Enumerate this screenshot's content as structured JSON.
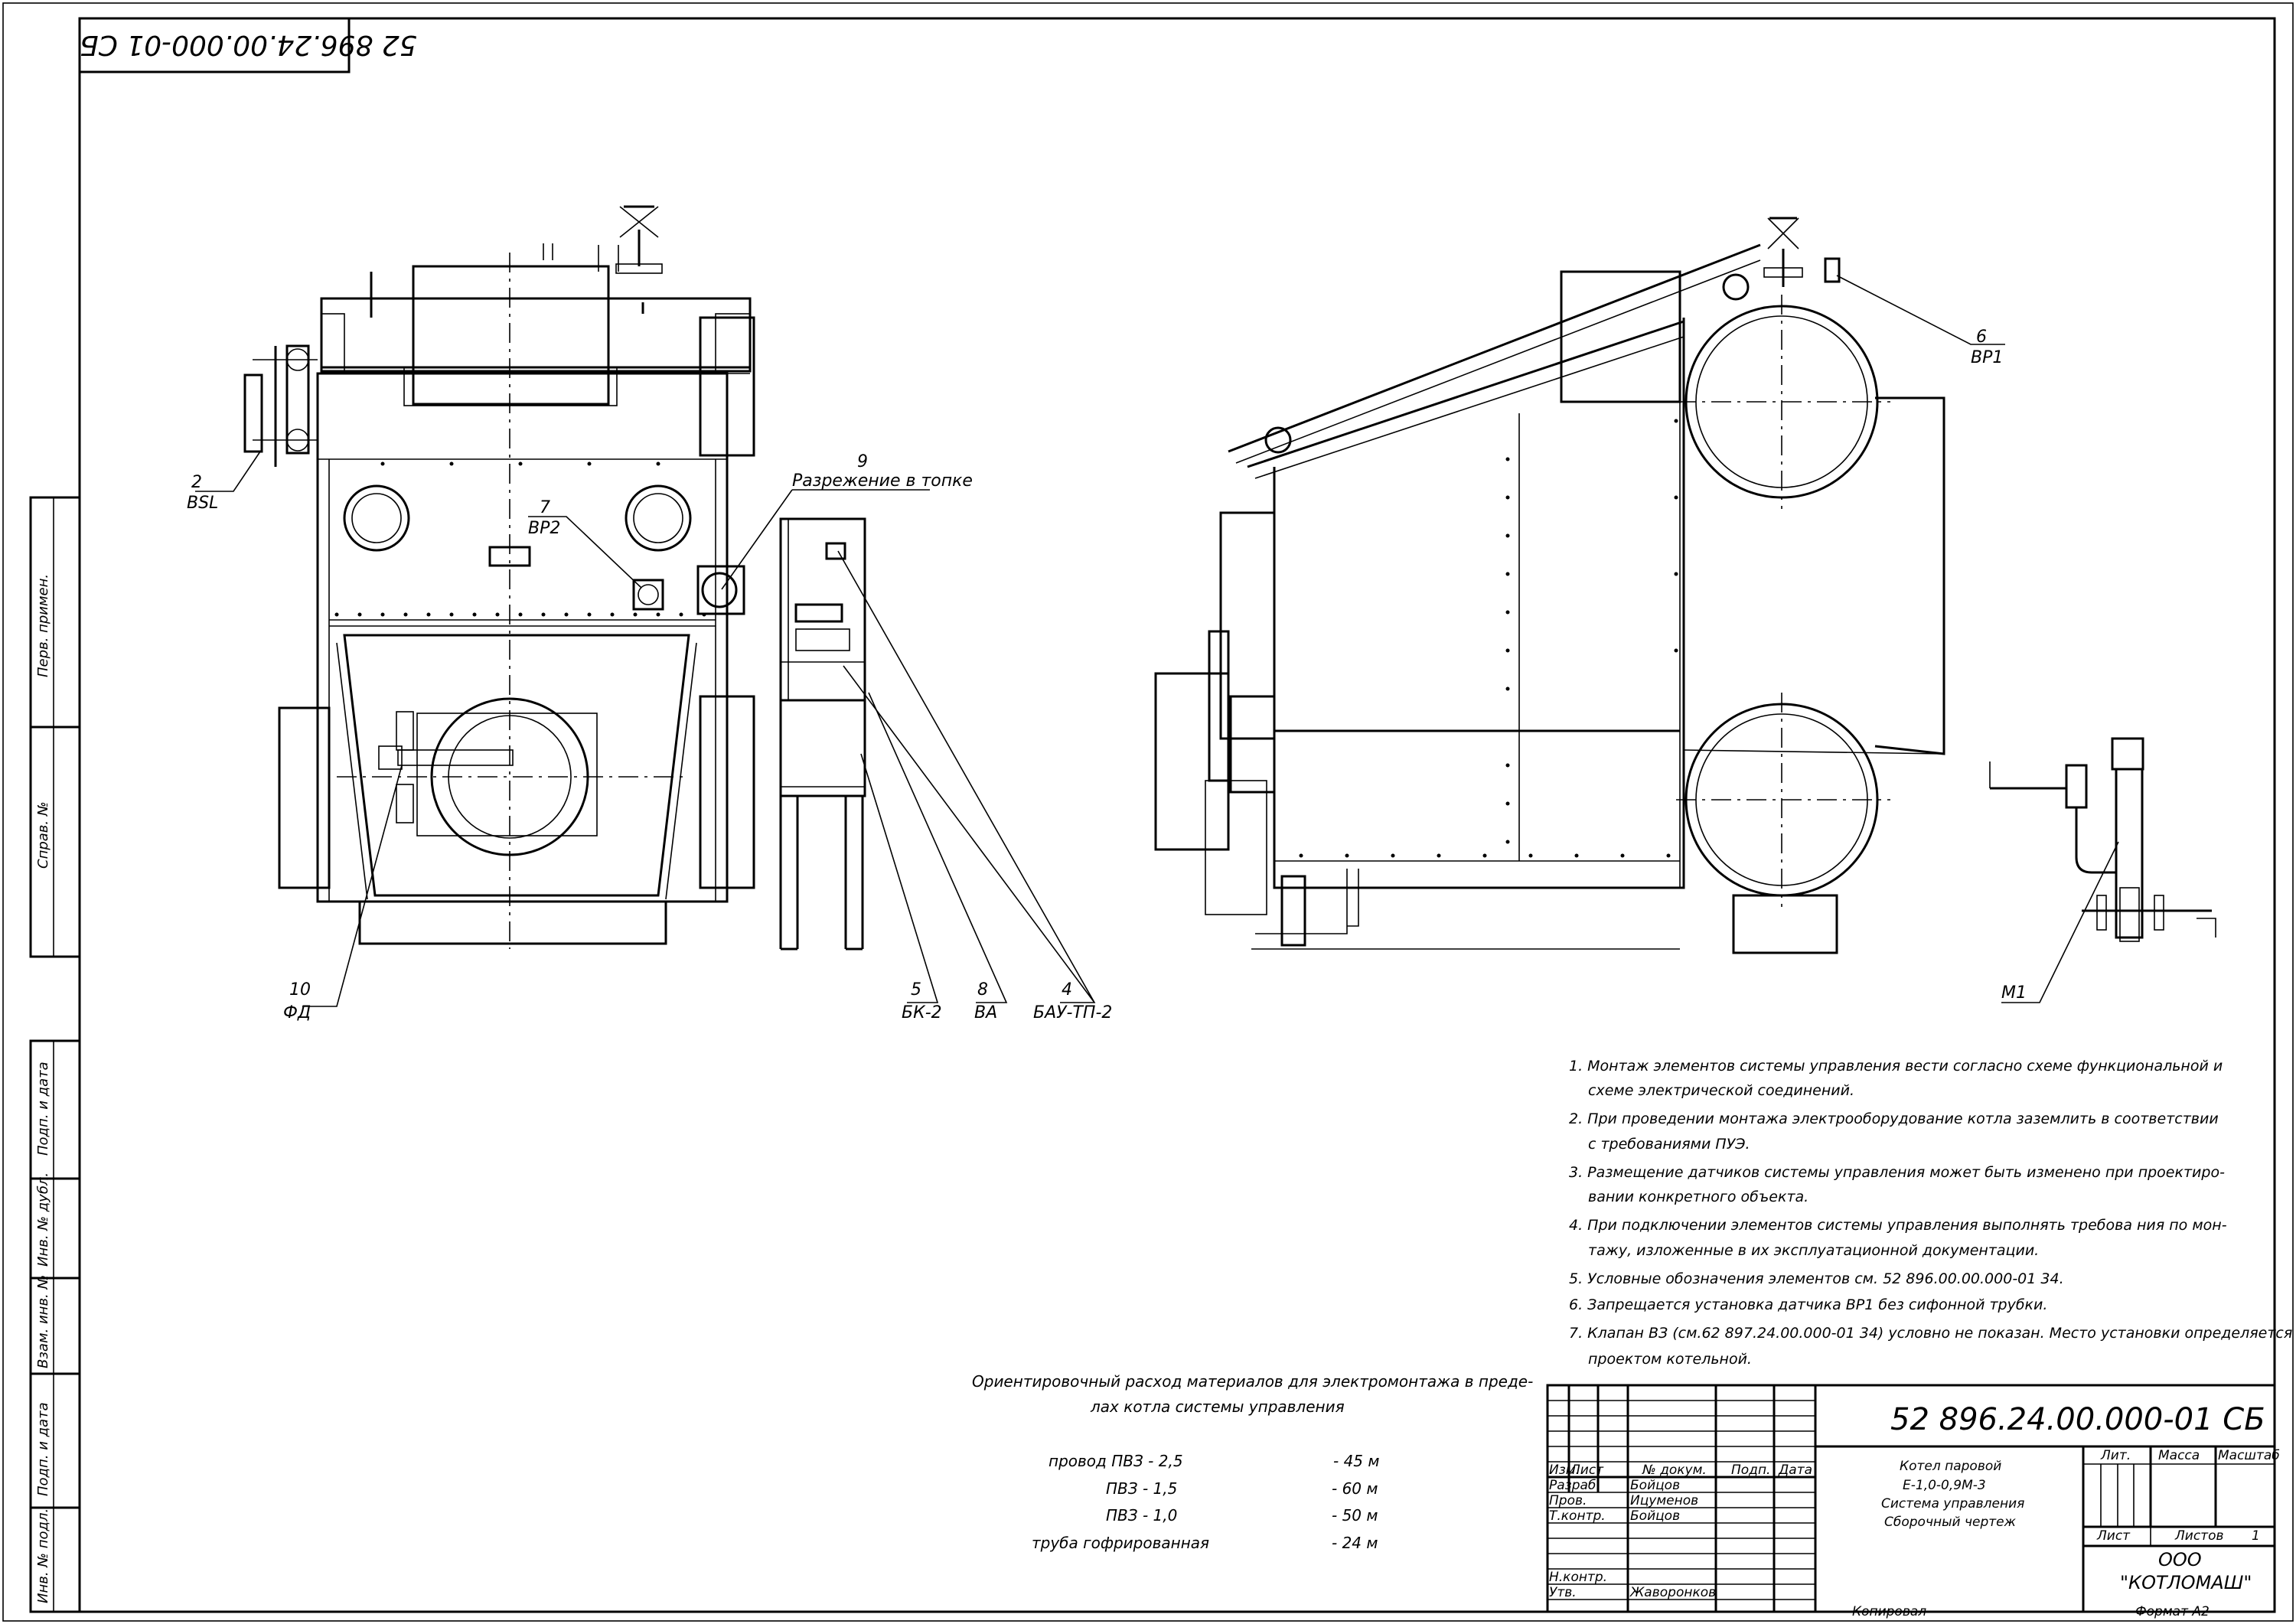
{
  "drawing": {
    "top_code": "52 896.24.00.000-01 СБ",
    "side_labels": [
      "Перв. примен.",
      "Справ. №",
      "Подп. и дата",
      "Инв. № дубл.",
      "Взам. инв. №",
      "Подп. и дата",
      "Инв. № подл."
    ]
  },
  "callouts": {
    "c2": {
      "num": "2",
      "name": "BSL"
    },
    "c7": {
      "num": "7",
      "name": "ВР2"
    },
    "c9": {
      "num": "9",
      "name": "Разрежение в топке"
    },
    "c10": {
      "num": "10",
      "name": "ФД"
    },
    "c5": {
      "num": "5",
      "name": "БК-2"
    },
    "c8": {
      "num": "8",
      "name": "ВА"
    },
    "c4": {
      "num": "4",
      "name": "БАУ-ТП-2"
    },
    "c6": {
      "num": "6",
      "name": "ВР1"
    },
    "m1": "М1"
  },
  "notes": [
    "1. Монтаж элементов системы управления вести согласно схеме функциональной и",
    "схеме электрической соединений.",
    "2. При проведении монтажа электрооборудование котла заземлить в соответствии",
    "с требованиями ПУЭ.",
    "3. Размещение датчиков системы управления может быть изменено при проектиро-",
    "вании конкретного объекта.",
    "4. При подключении элементов  системы управления выполнять требова ния по мон-",
    "тажу, изложенные в их эксплуатационной документации.",
    "5. Условные обозначения элементов см. 52 896.00.00.000-01 34.",
    "6. Запрещается установка датчика ВР1 без сифонной трубки.",
    "7. Клапан ВЗ (см.62 897.24.00.000-01 34) условно не показан. Место установки определяется",
    "проектом котельной."
  ],
  "materials": {
    "title1": "Ориентировочный расход материалов для электромонтажа в преде-",
    "title2": "лах котла системы управления",
    "rows": [
      {
        "name": "провод  ПВЗ - 2,5",
        "qty": "-  45 м"
      },
      {
        "name": "ПВЗ - 1,5",
        "qty": "-  60 м"
      },
      {
        "name": "ПВЗ - 1,0",
        "qty": "-  50 м"
      },
      {
        "name": "труба  гофрированная",
        "qty": "-  24 м"
      }
    ]
  },
  "title_block": {
    "code": "52 896.24.00.000-01 СБ",
    "name_lines": [
      "Котел паровой",
      "Е-1,0-0,9М-3",
      "Система управления",
      "Сборочный чертеж"
    ],
    "hdr": {
      "izm": "Изм.",
      "list": "Лист",
      "doc": "№ докум.",
      "podp": "Подп.",
      "data": "Дата"
    },
    "roles": [
      {
        "role": "Разраб.",
        "person": "Бойцов"
      },
      {
        "role": "Пров.",
        "person": "Ицуменов"
      },
      {
        "role": "Т.контр.",
        "person": "Бойцов"
      },
      {
        "role": "",
        "person": ""
      },
      {
        "role": "Н.контр.",
        "person": ""
      },
      {
        "role": "Утв.",
        "person": "Жаворонков"
      }
    ],
    "lit": "Лит.",
    "mass": "Масса",
    "scale": "Масштаб",
    "sheet": "Лист",
    "sheets": "Листов",
    "sheets_val": "1",
    "company1": "ООО",
    "company2": "\"КОТЛОМАШ\"",
    "copied": "Копировал",
    "format": "Формат   А2"
  }
}
